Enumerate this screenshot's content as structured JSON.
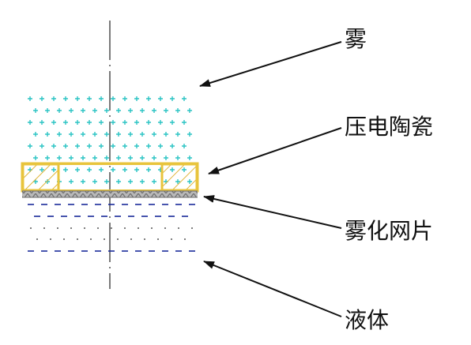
{
  "labels": {
    "mist": "雾",
    "piezo_ceramic": "压电陶瓷",
    "atomizing_mesh": "雾化网片",
    "liquid": "液体"
  },
  "colors": {
    "mist_marks": "#2bc4c4",
    "piezo_outline": "#e8c43c",
    "piezo_hatch": "#e0b53a",
    "mesh": "#8a8a8a",
    "liquid_dash": "#1a2a9a",
    "liquid_dot": "#555555",
    "lines": "#111111"
  }
}
